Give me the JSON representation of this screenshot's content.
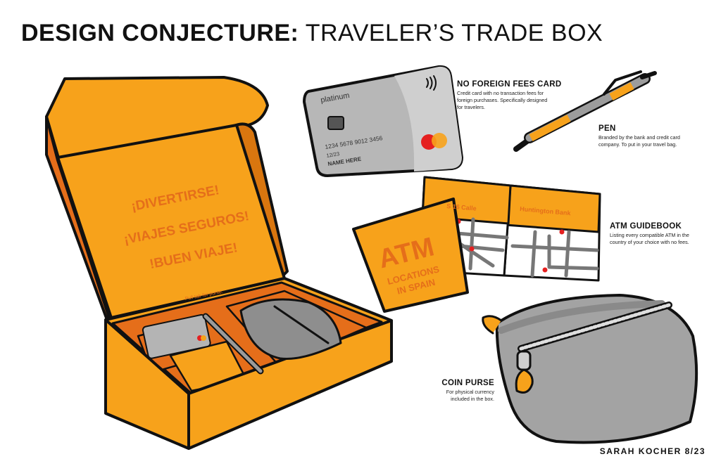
{
  "title": {
    "bold": "DESIGN CONJECTURE:",
    "light": "TRAVELER’S TRADE BOX"
  },
  "box": {
    "lid_lines": [
      "¡DIVERTIRSE!",
      "¡VIAJES SEGUROS!",
      "!BUEN VIAJE!"
    ],
    "pull_tab": "Pull tab for purse."
  },
  "card": {
    "brand": "platinum",
    "number": "1234 5678 9012 3456",
    "expiry": "12/23",
    "name": "NAME HERE",
    "label_title": "NO FOREIGN FEES CARD",
    "label_desc": [
      "Credit card with no transaction fees for",
      "foreign purchases. Specifically designed",
      "for travelers."
    ]
  },
  "pen": {
    "label_title": "PEN",
    "label_desc": [
      "Branded by the bank and credit card",
      "company. To put in your travel bag."
    ]
  },
  "guidebook": {
    "cover_big": "ATM",
    "cover_lines": [
      "LOCATIONS",
      "IN SPAIN"
    ],
    "page_left": "S 16 Calle",
    "page_right": "Huntington Bank",
    "label_title": "ATM GUIDEBOOK",
    "label_desc": [
      "Listing every compatible ATM in the",
      "country of your choice with no fees."
    ]
  },
  "purse": {
    "label_title": "COIN PURSE",
    "label_desc": [
      "For physical currency",
      "included in the box."
    ]
  },
  "signature": "SARAH KOCHER 8/23",
  "colors": {
    "orange": "#f7a21b",
    "dark_orange": "#e56e1a",
    "gray": "#a3a3a3",
    "outline": "#111111"
  }
}
